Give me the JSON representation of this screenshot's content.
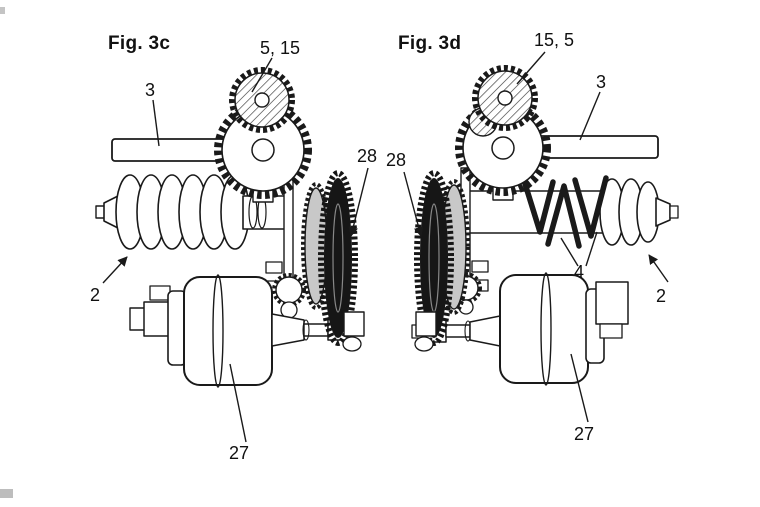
{
  "document": {
    "kind_label": "patent-style exploded mechanical drawing, two sub-figures"
  },
  "colors": {
    "background": "#ffffff",
    "ink": "#1a1a1a",
    "dark_gear_fill": "#161616",
    "gray_wheel_fill": "#c8c8c8"
  },
  "figures": [
    {
      "title": "Fig. 3c",
      "labels": {
        "gear": "5, 15",
        "shaft": "3",
        "pinion": "28",
        "camshaft": "2",
        "motor": "27"
      }
    },
    {
      "title": "Fig. 3d",
      "labels": {
        "gear": "15, 5",
        "shaft": "3",
        "pinion": "28",
        "spring": "4",
        "camshaft": "2",
        "motor": "27"
      }
    }
  ]
}
